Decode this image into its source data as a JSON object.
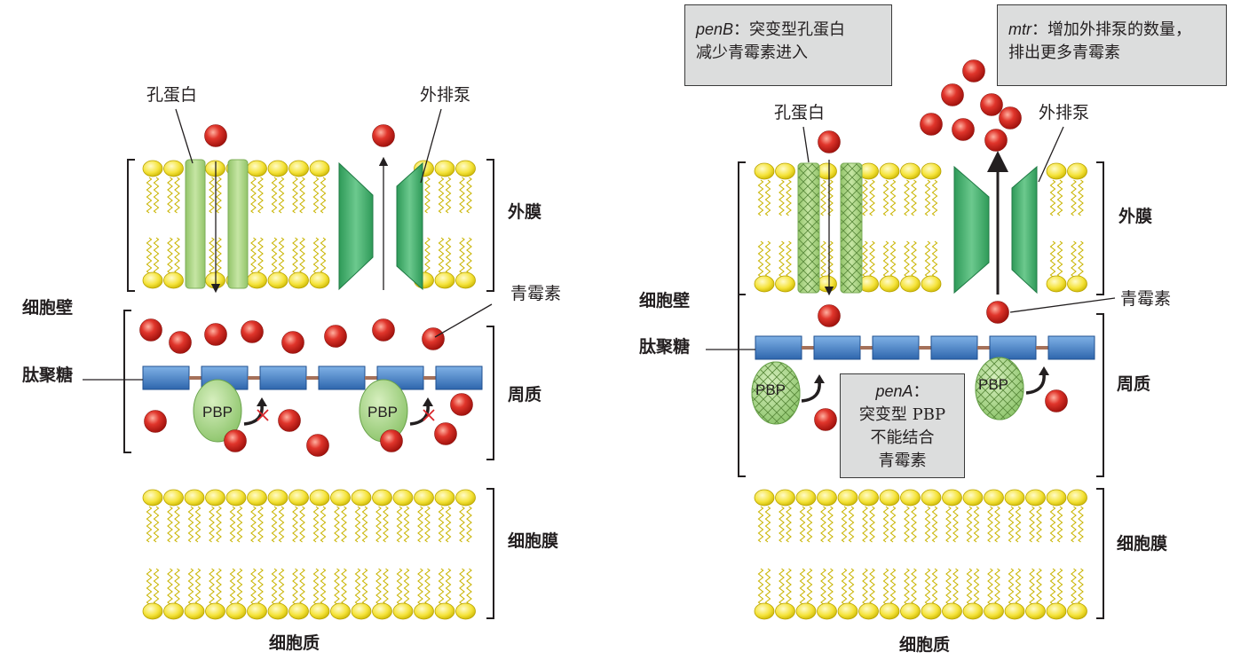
{
  "left": {
    "labels": {
      "porin": "孔蛋白",
      "efflux": "外排泵",
      "outer_membrane": "外膜",
      "cell_wall": "细胞壁",
      "penicillin": "青霉素",
      "peptidoglycan": "肽聚糖",
      "periplasm": "周质",
      "cell_membrane": "细胞膜",
      "cytoplasm": "细胞质",
      "pbp": "PBP"
    }
  },
  "right": {
    "labels": {
      "porin": "孔蛋白",
      "efflux": "外排泵",
      "outer_membrane": "外膜",
      "cell_wall": "细胞壁",
      "penicillin": "青霉素",
      "peptidoglycan": "肽聚糖",
      "periplasm": "周质",
      "cell_membrane": "细胞膜",
      "cytoplasm": "细胞质",
      "pbp": "PBP"
    },
    "boxes": {
      "penB_gene": "penB",
      "penB_line1": "：突变型孔蛋白",
      "penB_line2": "减少青霉素进入",
      "mtr_gene": "mtr",
      "mtr_line1": "：增加外排泵的数量，",
      "mtr_line2": "排出更多青霉素",
      "penA_gene": "penA",
      "penA_line1": "：",
      "penA_line2": "突变型 PBP",
      "penA_line3": "不能结合",
      "penA_line4": "青霉素"
    }
  },
  "colors": {
    "lipid_head": "#f5e33a",
    "lipid_tail": "#c9b400",
    "porin_fill": "#b4d98a",
    "efflux_fill": "#3fae6a",
    "penicillin": "#e0352b",
    "peptidoglycan": "#3f7fc6",
    "pbp_fill": "#a8d68a",
    "box_fill": "#dcdddd",
    "inhibit_mark": "#d9262b"
  }
}
